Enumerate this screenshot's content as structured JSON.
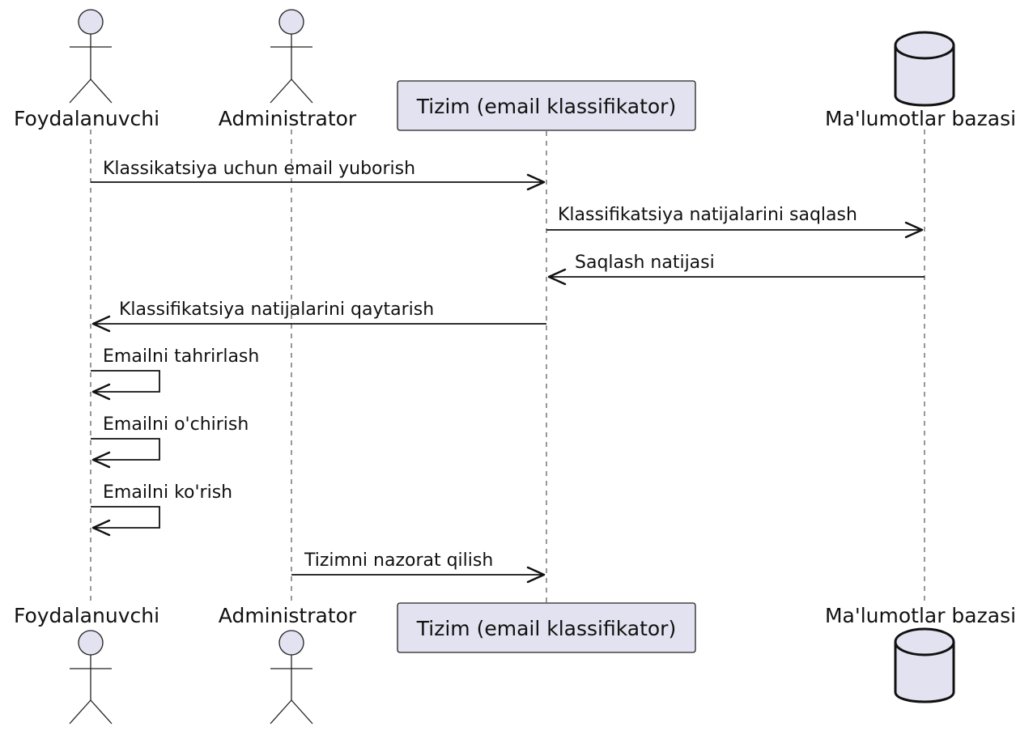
{
  "participants": [
    {
      "id": "foydalanuvchi",
      "label": "Foydalanuvchi",
      "kind": "actor"
    },
    {
      "id": "administrator",
      "label": "Administrator",
      "kind": "actor"
    },
    {
      "id": "tizim",
      "label": "Tizim (email klassifikator)",
      "kind": "participant"
    },
    {
      "id": "baza",
      "label": "Ma'lumotlar bazasi",
      "kind": "database"
    }
  ],
  "messages": [
    {
      "from": "foydalanuvchi",
      "to": "tizim",
      "label": "Klassikatsiya uchun email yuborish"
    },
    {
      "from": "tizim",
      "to": "baza",
      "label": "Klassifikatsiya natijalarini saqlash"
    },
    {
      "from": "baza",
      "to": "tizim",
      "label": "Saqlash natijasi"
    },
    {
      "from": "tizim",
      "to": "foydalanuvchi",
      "label": "Klassifikatsiya natijalarini qaytarish"
    },
    {
      "from": "foydalanuvchi",
      "to": "foydalanuvchi",
      "label": "Emailni tahrirlash"
    },
    {
      "from": "foydalanuvchi",
      "to": "foydalanuvchi",
      "label": "Emailni o'chirish"
    },
    {
      "from": "foydalanuvchi",
      "to": "foydalanuvchi",
      "label": "Emailni ko'rish"
    },
    {
      "from": "administrator",
      "to": "tizim",
      "label": "Tizimni nazorat qilish"
    }
  ],
  "colors": {
    "participant_fill": "#e2e2f0",
    "stroke": "#111111",
    "lifeline": "#555555"
  }
}
